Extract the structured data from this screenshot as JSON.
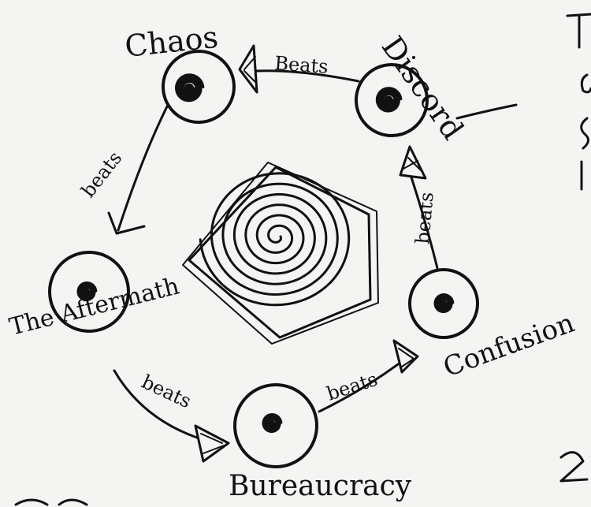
{
  "diagram": {
    "nodes": [
      {
        "id": "chaos",
        "label": "Chaos"
      },
      {
        "id": "discord",
        "label": "Discord"
      },
      {
        "id": "confusion",
        "label": "Confusion"
      },
      {
        "id": "bureaucracy",
        "label": "Bureaucracy"
      },
      {
        "id": "aftermath",
        "label": "The Aftermath"
      }
    ],
    "edges": [
      {
        "from": "discord",
        "to": "chaos",
        "label": "Beats"
      },
      {
        "from": "chaos",
        "to": "aftermath",
        "label": "beats"
      },
      {
        "from": "aftermath",
        "to": "bureaucracy",
        "label": "beats"
      },
      {
        "from": "bureaucracy",
        "to": "confusion",
        "label": "beats"
      },
      {
        "from": "confusion",
        "to": "discord",
        "label": "beats"
      }
    ],
    "center_symbol": "spiral-in-pentagon"
  },
  "colors": {
    "ink": "#111111",
    "paper": "#f4f4f2"
  }
}
